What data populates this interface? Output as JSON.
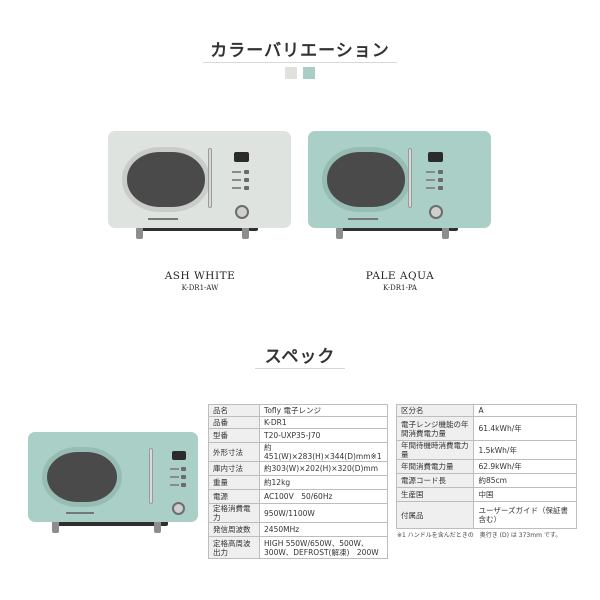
{
  "color_section": {
    "title": "カラーバリエーション",
    "swatches": [
      {
        "color": "#dfe1dc"
      },
      {
        "color": "#a9cdc4"
      }
    ],
    "models": [
      {
        "name": "ASH WHITE",
        "code": "K-DR1-AW",
        "body_color": "#dfe3df",
        "panel_color": "#e8ebe8"
      },
      {
        "name": "PALE AQUA",
        "code": "K-DR1-PA",
        "body_color": "#a9cfc6",
        "panel_color": "#b5d8cf"
      }
    ]
  },
  "spec_section": {
    "title": "スペック",
    "product_color": "#a9cfc6",
    "table_left": [
      {
        "label": "品名",
        "value": "Tofly 電子レンジ"
      },
      {
        "label": "品番",
        "value": "K-DR1"
      },
      {
        "label": "型番",
        "value": "T20-UXP35-J70"
      },
      {
        "label": "外形寸法",
        "value": "約451(W)×283(H)×344(D)mm※1"
      },
      {
        "label": "庫内寸法",
        "value": "約303(W)×202(H)×320(D)mm"
      },
      {
        "label": "重量",
        "value": "約12kg"
      },
      {
        "label": "電源",
        "value": "AC100V　50/60Hz"
      },
      {
        "label": "定格消費電力",
        "value": "950W/1100W"
      },
      {
        "label": "発信周波数",
        "value": "2450MHz"
      },
      {
        "label": "定格高周波出力",
        "value": "HIGH 550W/650W、500W、300W、DEFROST(解凍)　200W"
      }
    ],
    "table_right": [
      {
        "label": "区分名",
        "value": "A"
      },
      {
        "label": "電子レンジ機能の年間消費電力量",
        "value": "61.4kWh/年"
      },
      {
        "label": "年間待機時消費電力量",
        "value": "1.5kWh/年"
      },
      {
        "label": "年間消費電力量",
        "value": "62.9kWh/年"
      },
      {
        "label": "電源コード長",
        "value": "約85cm"
      },
      {
        "label": "生産国",
        "value": "中国"
      },
      {
        "label": "付属品",
        "value": "ユーザーズガイド（保証書含む）"
      }
    ],
    "note": "※1 ハンドルを含んだときの　奥行き (D) は 373mm です。"
  }
}
